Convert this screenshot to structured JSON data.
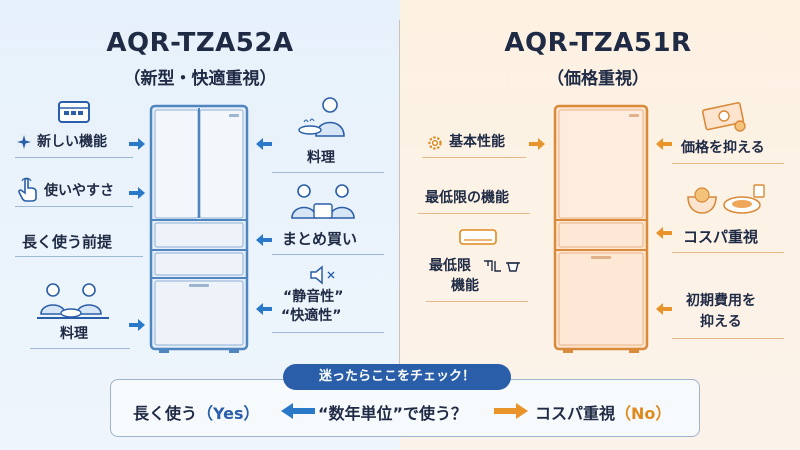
{
  "left": {
    "title": "AQR-TZA52A",
    "subtitle": "（新型・快適重視）",
    "labels": {
      "new_features": "新しい機能",
      "ease_of_use": "使いやすさ",
      "long_use": "長く使う前提",
      "cooking_top": "料理",
      "bulk_buying": "まとめ買い",
      "quiet": "“静音性”",
      "comfort": "“快適性”",
      "cooking_bottom": "料理"
    },
    "accent": "#2a78c8"
  },
  "right": {
    "title": "AQR-TZA51R",
    "subtitle": "（価格重視）",
    "labels": {
      "basic_performance": "基本性能",
      "minimum_features": "最低限の機能",
      "minimum_ac_line1": "最低限",
      "minimum_ac_line2": "機能",
      "keep_price_low": "価格を抑える",
      "cost_performance": "コスパ重視",
      "initial_cost_line1": "初期費用を",
      "initial_cost_line2": "抑える"
    },
    "accent": "#e8942a"
  },
  "check": {
    "pill": "迷ったらここをチェック！",
    "left_text": "長く使う",
    "yes": "（Yes）",
    "question": "“数年単位”で使う？",
    "right_text": "コスパ重視",
    "no": "（No）"
  }
}
